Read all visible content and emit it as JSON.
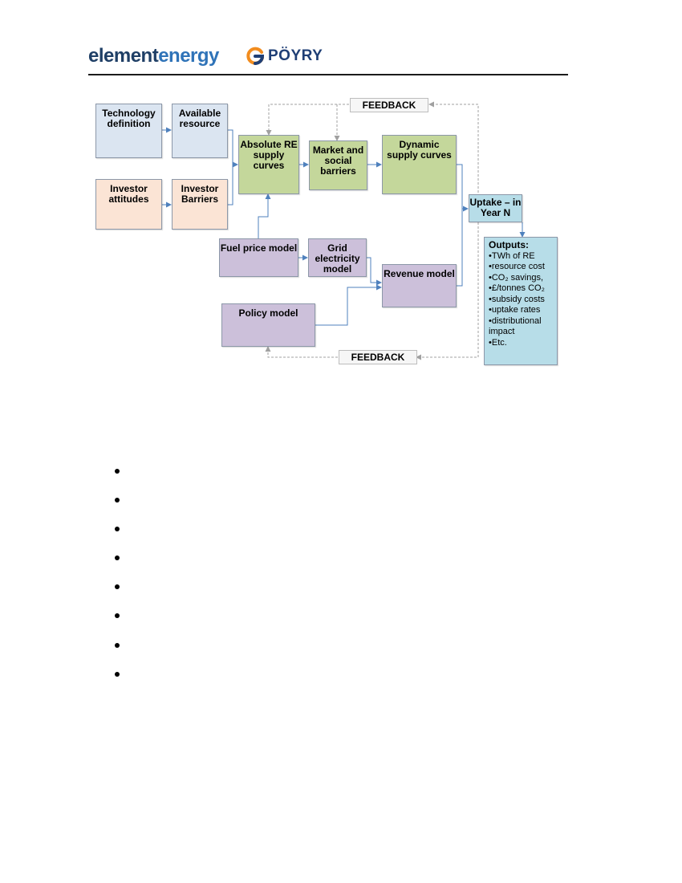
{
  "header": {
    "logo_left_part1": "element",
    "logo_left_part2": "energy",
    "logo_right": "PÖYRY",
    "brand_colors": {
      "element_dark": "#1f3f66",
      "element_light": "#2f73b8",
      "poyry_orange": "#f28c1e",
      "poyry_blue": "#1f3f76"
    }
  },
  "diagram": {
    "boxes": {
      "technology_definition": "Technology definition",
      "available_resource": "Available resource",
      "investor_attitudes": "Investor attitudes",
      "investor_barriers": "Investor Barriers",
      "absolute_re_supply_curves": "Absolute RE supply curves",
      "market_social_barriers": "Market and social barriers",
      "dynamic_supply_curves": "Dynamic supply curves",
      "uptake_in_year_n": "Uptake – in Year N",
      "fuel_price_model": "Fuel price model",
      "grid_electricity_model": "Grid electricity model",
      "revenue_model": "Revenue model",
      "policy_model": "Policy model"
    },
    "feedback_top": "FEEDBACK",
    "feedback_bottom": "FEEDBACK",
    "outputs": {
      "title": "Outputs:",
      "items": [
        "•TWh of RE",
        "•resource cost",
        "•CO₂ savings,",
        "•£/tonnes CO₂",
        "•subsidy costs",
        "•uptake rates",
        "•distributional impact",
        "•Etc."
      ]
    },
    "colors": {
      "blue": "#dbe5f1",
      "orange": "#fbe4d5",
      "green": "#c4d79b",
      "purple": "#ccc0da",
      "cyan": "#b7dde8",
      "connector": "#4f81bd",
      "feedback_line": "#a0a0a0"
    }
  },
  "bullet_list": {
    "count": 8
  }
}
